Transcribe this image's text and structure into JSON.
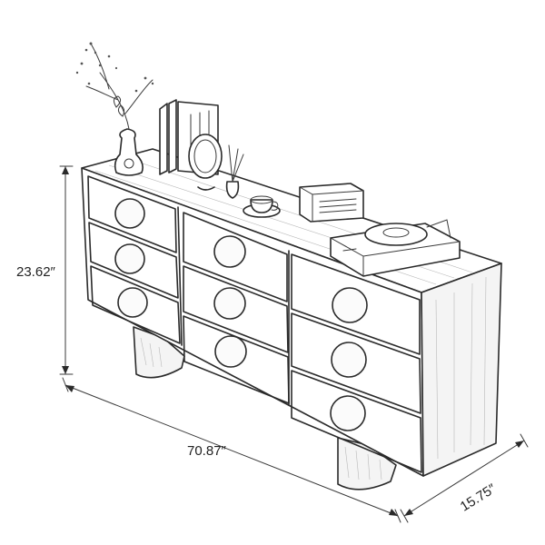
{
  "dimensions": {
    "height": "23.62″",
    "width": "70.87″",
    "depth": "15.75″"
  },
  "drawer_columns": [
    {
      "id": "left",
      "drawers": 3
    },
    {
      "id": "middle",
      "drawers": 3
    },
    {
      "id": "right",
      "drawers": 3
    }
  ],
  "decor_items": [
    "vase-with-branch",
    "books",
    "round-mirror",
    "diffuser",
    "teacup",
    "radio",
    "record-player"
  ],
  "colors": {
    "line": "#2a2a2a",
    "background": "#ffffff"
  }
}
